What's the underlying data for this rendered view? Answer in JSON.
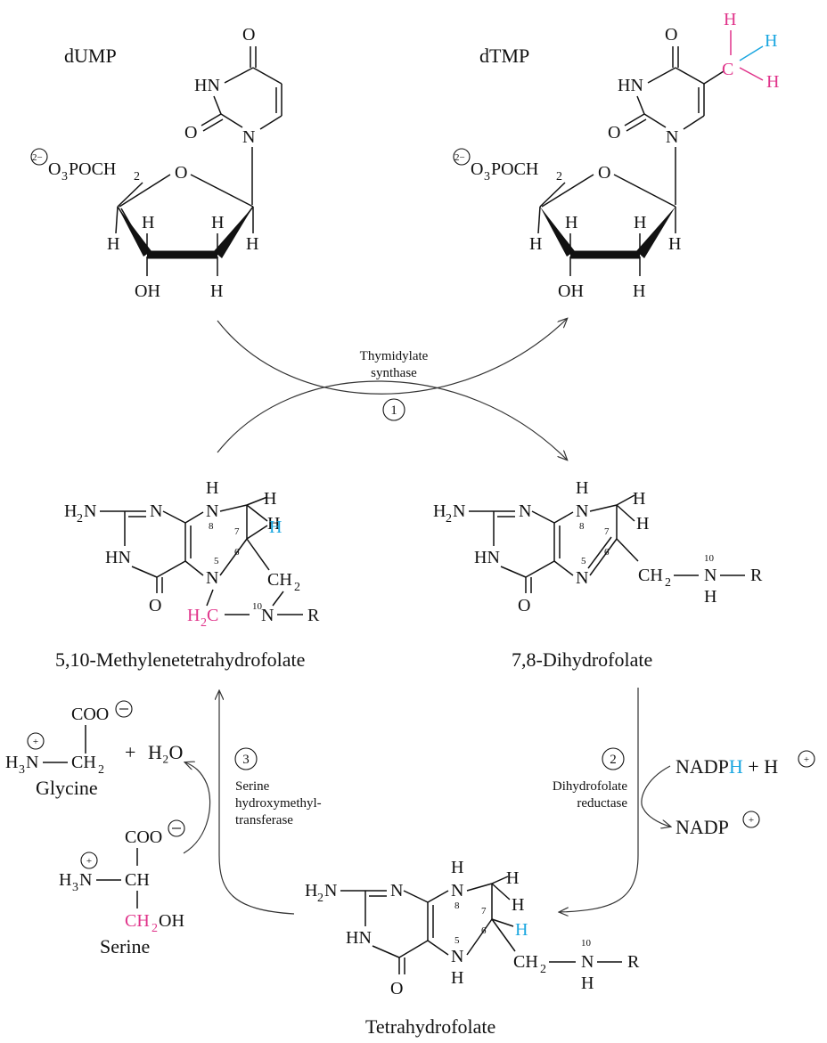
{
  "compounds": {
    "dump": "dUMP",
    "dtmp": "dTMP",
    "methylene_thf": "5,10-Methylenetetrahydrofolate",
    "dihydrofolate": "7,8-Dihydrofolate",
    "tetrahydrofolate": "Tetrahydrofolate",
    "glycine": "Glycine",
    "serine": "Serine",
    "water": "H₂O"
  },
  "enzymes": {
    "e1": {
      "step": "1",
      "line1": "Thymidylate",
      "line2": "synthase"
    },
    "e2": {
      "step": "2",
      "line1": "Dihydrofolate",
      "line2": "reductase"
    },
    "e3": {
      "step": "3",
      "line1": "Serine",
      "line2": "hydroxymethyl-",
      "line3": "transferase"
    }
  },
  "cofactors": {
    "nadph_prefix": "NADP",
    "nadph_h": "H",
    "plus_h": " + H",
    "nadp": "NADP",
    "plus": "+",
    "plus_sign": "+"
  },
  "colors": {
    "methyl_carbon": "#e0338a",
    "transferred_hydrogen": "#1aa6e0",
    "plus_circle": "#111111"
  }
}
